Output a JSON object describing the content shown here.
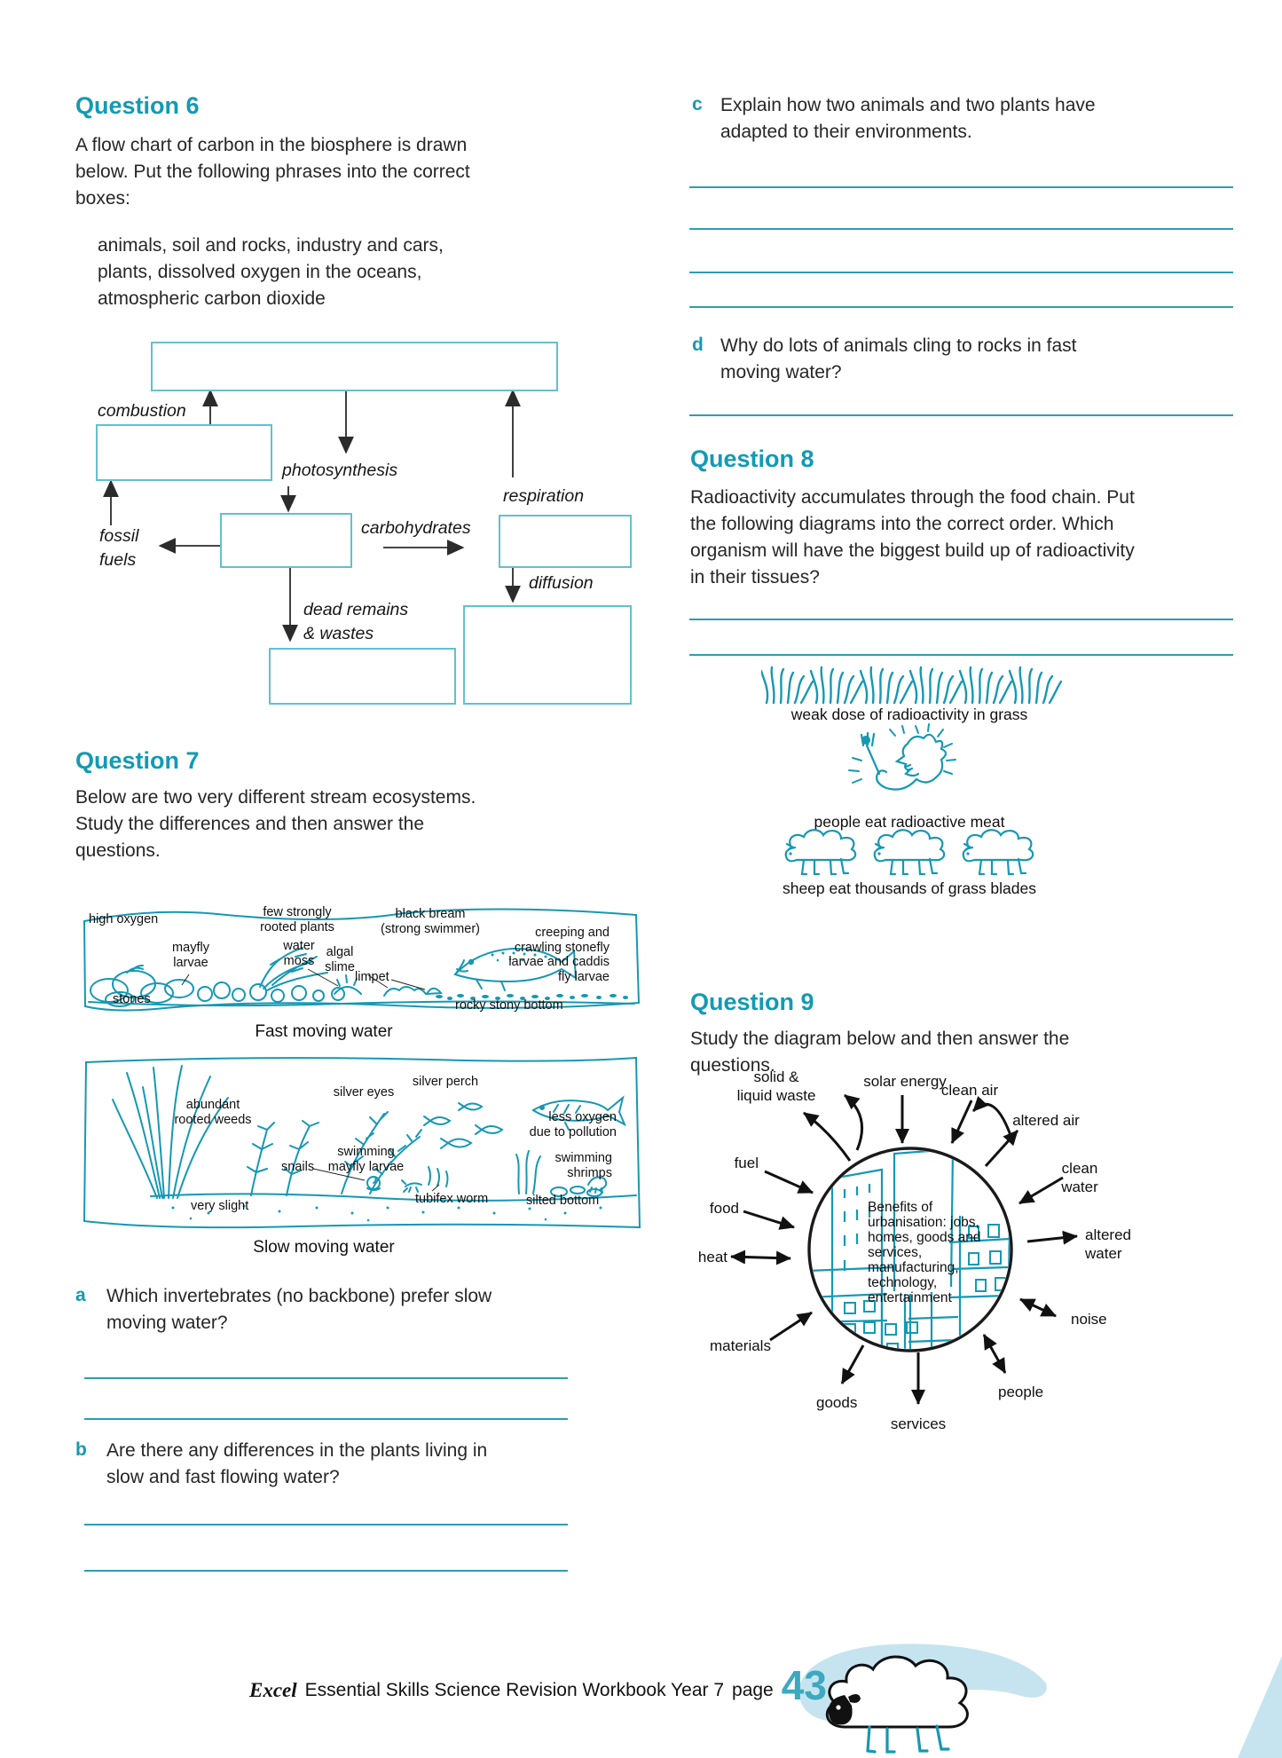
{
  "q6": {
    "heading": "Question 6",
    "intro": "A flow chart of carbon in the biosphere is drawn below. Put the following phrases into the correct boxes:",
    "phrases": "animals, soil and rocks, industry and cars,\nplants, dissolved oxygen in the oceans,\natmospheric carbon dioxide",
    "labels": {
      "combustion": "combustion",
      "fossil_fuels": "fossil\nfuels",
      "photosynthesis": "photosynthesis",
      "carbohydrates": "carbohydrates",
      "respiration": "respiration",
      "diffusion": "diffusion",
      "dead_remains": "dead remains\n& wastes"
    }
  },
  "q7": {
    "heading": "Question 7",
    "intro": "Below are two very different stream ecosystems. Study the differences and then answer the questions.",
    "fast": {
      "caption": "Fast moving water",
      "labels": {
        "high_oxygen": "high oxygen",
        "few_plants": "few strongly\nrooted plants",
        "black_bream": "black bream\n(strong swimmer)",
        "mayfly": "mayfly\nlarvae",
        "water_moss": "water\nmoss",
        "algal_slime": "algal\nslime",
        "limpet": "limpet",
        "stones": "stones",
        "stonefly": "creeping and\ncrawling stonefly\nlarvae and caddis\nfly larvae",
        "rocky_bottom": "rocky stony bottom"
      }
    },
    "slow": {
      "caption": "Slow moving water",
      "labels": {
        "weeds": "abundant\nrooted weeds",
        "silver_eyes": "silver eyes",
        "silver_perch": "silver perch",
        "less_oxygen": "less oxygen\ndue to pollution",
        "snails": "snails",
        "mayfly": "swimming\nmayfly larvae",
        "shrimps": "swimming\nshrimps",
        "tubifex": "tubifex worm",
        "silted": "silted bottom",
        "very_slight": "very slight"
      }
    },
    "qa": {
      "letter": "a",
      "text": "Which invertebrates (no backbone) prefer slow moving water?"
    },
    "qb": {
      "letter": "b",
      "text": "Are there any differences in the plants living in slow and fast flowing water?"
    }
  },
  "qc": {
    "letter": "c",
    "text": "Explain how two animals and two plants have adapted to their environments."
  },
  "qd": {
    "letter": "d",
    "text": "Why do lots of animals cling to rocks in fast moving water?"
  },
  "q8": {
    "heading": "Question 8",
    "intro": "Radioactivity accumulates through the food chain. Put the following diagrams into the correct order. Which organism will have the biggest build up of radioactivity in their tissues?",
    "captions": {
      "grass": "weak dose of radioactivity in grass",
      "people": "people eat radioactive meat",
      "sheep": "sheep eat thousands of grass blades"
    }
  },
  "q9": {
    "heading": "Question 9",
    "intro": "Study the diagram below and then answer the questions.",
    "center": "Benefits of\nurbanisation: jobs,\nhomes, goods and\nservices,\nmanufacturing,\ntechnology,\nentertainment",
    "labels": {
      "solid_liquid_waste": "solid &\nliquid waste",
      "solar_energy": "solar energy",
      "clean_air": "clean air",
      "altered_air": "altered air",
      "fuel": "fuel",
      "clean_water": "clean\nwater",
      "food": "food",
      "altered_water": "altered\nwater",
      "heat": "heat",
      "noise": "noise",
      "materials": "materials",
      "people": "people",
      "goods": "goods",
      "services": "services"
    }
  },
  "footer": {
    "brand": "Excel",
    "title": "Essential Skills Science Revision Workbook Year 7",
    "page_word": "page",
    "page_number": "43"
  },
  "colors": {
    "heading_teal": "#129ab3",
    "art_teal": "#1598b4",
    "answer_line_teal": "#2d9db2",
    "box_border_teal": "#62c0cf",
    "page_number_teal": "#3ba9bf",
    "light_blue": "#c6e4f0",
    "text": "#1f1f1f"
  }
}
